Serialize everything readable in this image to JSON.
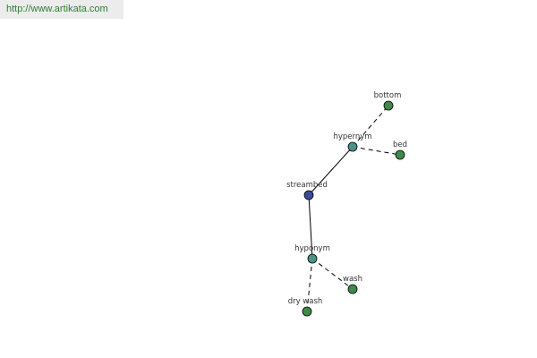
{
  "header": {
    "url_text": "http://www.artikata.com"
  },
  "colors": {
    "url_text": "#2e7d32",
    "url_bg": "#ececec",
    "root_node": "#3b4a9e",
    "relation_node": "#4d9186",
    "leaf_node": "#3f8a4a"
  },
  "graph": {
    "nodes": [
      {
        "id": "streambed",
        "label": "streambed",
        "kind": "root"
      },
      {
        "id": "hypernym",
        "label": "hypernym",
        "kind": "relation"
      },
      {
        "id": "hyponym",
        "label": "hyponym",
        "kind": "relation"
      },
      {
        "id": "bottom",
        "label": "bottom",
        "kind": "leaf"
      },
      {
        "id": "bed",
        "label": "bed",
        "kind": "leaf"
      },
      {
        "id": "wash",
        "label": "wash",
        "kind": "leaf"
      },
      {
        "id": "dry-wash",
        "label": "dry wash",
        "kind": "leaf"
      }
    ],
    "edges": [
      {
        "from": "streambed",
        "to": "hypernym",
        "style": "solid"
      },
      {
        "from": "streambed",
        "to": "hyponym",
        "style": "solid"
      },
      {
        "from": "hypernym",
        "to": "bottom",
        "style": "dashed"
      },
      {
        "from": "hypernym",
        "to": "bed",
        "style": "dashed"
      },
      {
        "from": "hyponym",
        "to": "wash",
        "style": "dashed"
      },
      {
        "from": "hyponym",
        "to": "dry-wash",
        "style": "dashed"
      }
    ]
  }
}
